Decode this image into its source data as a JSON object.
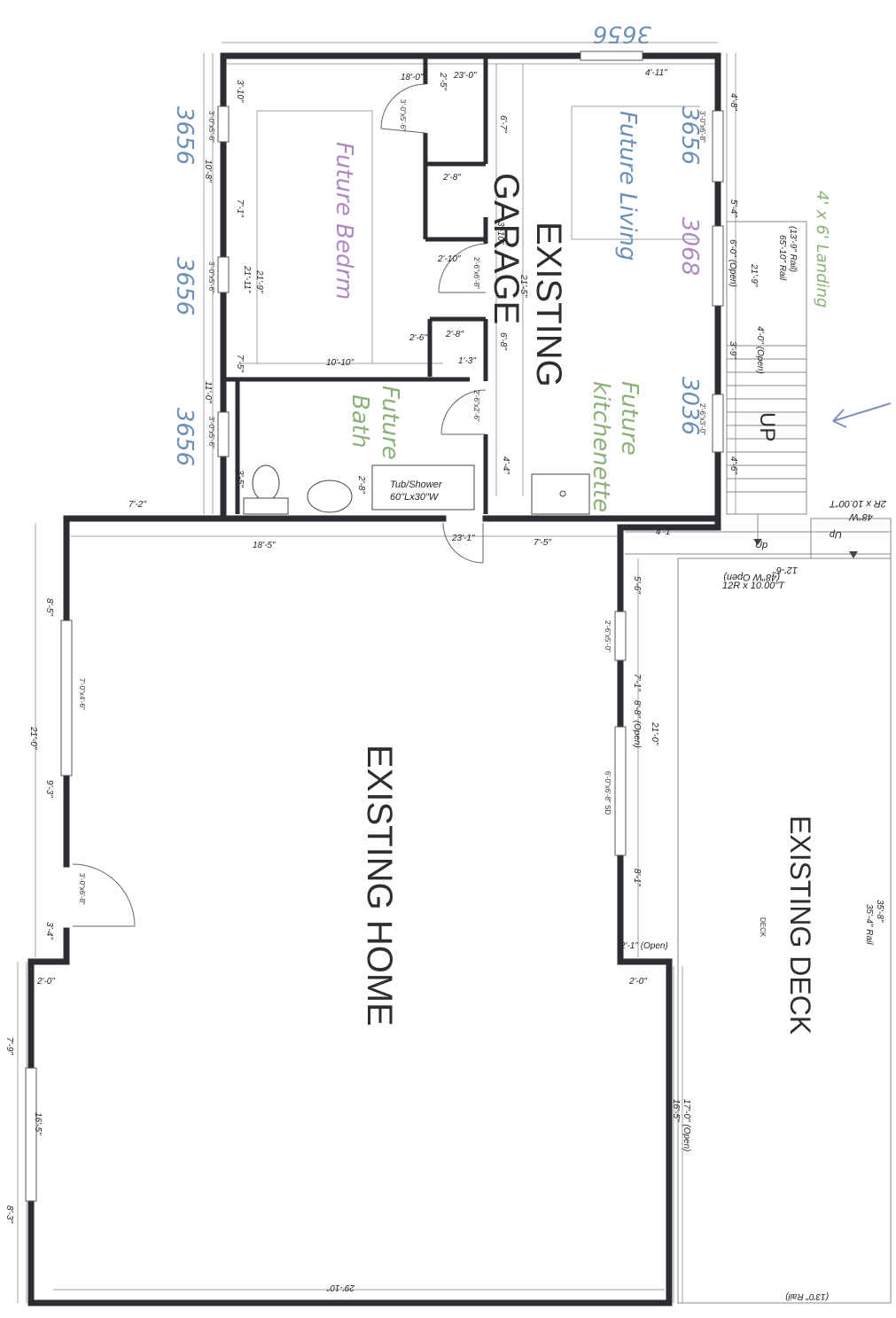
{
  "labels": {
    "existing_garage_line1": "EXISTING",
    "existing_garage_line2": "GARAGE",
    "existing_home": "EXISTING HOME",
    "existing_deck": "EXISTING DECK",
    "deck_small": "DECK",
    "up_big": "UP",
    "up_small_1": "Up",
    "up_small_2": "Up",
    "tub_shower_line1": "Tub/Shower",
    "tub_shower_line2": "60\"Lx30\"W"
  },
  "handwritten": {
    "future_living": "Future Living",
    "future_bedrm": "Future Bedrm",
    "future_bath_1": "Future",
    "future_bath_2": "Bath",
    "future_kitchenette_1": "Future",
    "future_kitchenette_2": "kitchenette",
    "landing": "4' x 6' Landing",
    "win_top": "3656",
    "win_left_1": "3656",
    "win_left_2": "3656",
    "win_left_3": "3656",
    "win_right_1": "3656",
    "win_right_2": "3068",
    "win_right_3": "3036"
  },
  "dimensions": {
    "garage_top_18": "18'-0\"",
    "garage_top_23": "23'-0\"",
    "garage_top_2_5": "2'-5\"",
    "garage_top_4_11": "4'-11\"",
    "garage_left_3_10": "3'-10\"",
    "garage_left_10_8": "10'-8\"",
    "garage_left_7_1": "7'-1\"",
    "garage_left_21_9": "21'-9\"",
    "garage_left_21_11": "21'-11\"",
    "garage_left_7_5": "7'-5\"",
    "garage_left_11_0": "11'-0\"",
    "garage_left_3_5": "3'-5\"",
    "garage_mid_6_7": "6'-7\"",
    "garage_mid_2_8a": "2'-8\"",
    "garage_mid_2_8b": "2'-8\"",
    "garage_mid_2_8c": "2'-8\"",
    "garage_mid_2_10": "2'-10\"",
    "garage_mid_3_10": "3'-10\"",
    "garage_mid_21_5": "21'-5\"",
    "garage_mid_6_8": "6'-8\"",
    "garage_mid_2_6": "2'-6\"",
    "garage_mid_1_3": "1'-3\"",
    "garage_mid_10_10": "10'-10\"",
    "garage_mid_4_4": "4'-4\"",
    "garage_mid_2_8d": "2'-8\"",
    "garage_right_4_8": "4'-8\"",
    "garage_right_5_4": "5'-4\"",
    "garage_right_6_0_open": "6'-0\" (Open)",
    "garage_right_3_9": "3'-9\"",
    "garage_right_4_0_open": "4'-0\" (Open)",
    "garage_right_4_6": "4'-6\"",
    "garage_bottom_7_2": "7'-2\"",
    "garage_bottom_18_5": "18'-5\"",
    "garage_bottom_23_1": "23'-1\"",
    "garage_bottom_7_5": "7'-5\"",
    "garage_bottom_4_1": "4'-1\"",
    "deck_small_21_9": "21'-9\"",
    "deck_rail_65": "65'-10\" Rail",
    "deck_rail_13": "(13'-9\" Rail)",
    "stair_2r": "2R x 10.00\"T",
    "stair_48w": "48\"W",
    "stair_12r": "12R x 10.00\"T",
    "stair_12_6": "12'-6\"",
    "stair_48w_open": "(48\"W Open)",
    "home_left_8_5": "8'-5\"",
    "home_left_21_0": "21'-0\"",
    "home_left_9_3": "9'-3\"",
    "home_left_3_4": "3'-4\"",
    "home_left_2_0": "2'-0\"",
    "home_left_7_9": "7'-9\"",
    "home_left_16_5": "16'-5\"",
    "home_left_8_3": "8'-3\"",
    "home_right_5_6": "5'-6\"",
    "home_right_7_1": "7'-1\"",
    "home_right_8_open": "8'-8\" (Open)",
    "home_right_21_0": "21'-0\"",
    "home_right_8_1": "8'-1\"",
    "home_right_2_1_open": "2'-1\" (Open)",
    "home_right_2_0": "2'-0\"",
    "home_right_17_0_open": "17'-0\" (Open)",
    "home_right_16_5": "16'-5\"",
    "home_bottom_29_10": "29'-10\"",
    "deck_35_8": "35'-8\"",
    "deck_35_4_rail": "35'-4\" Rail",
    "deck_bottom_rail": "(13'0\" Rail)"
  },
  "window_tags": {
    "w1": "3'-0\"x5'-6\"",
    "w2": "3'-0\"x5'-6\"",
    "w3": "3'-0\"x5'-6\"",
    "w4": "3'-0\"x5'-6\"",
    "w5": "3'-0\"x6'-8\"",
    "w6": "2'-6\"x6'-8\"",
    "w7": "2'-6\"x3'-0\"",
    "w8": "2'-6\"x2'-6\"",
    "w9": "7'-0\"x4'-6\"",
    "w10": "3'-0\"x6'-8\"",
    "w11": "6'-0\"x6'-8\" SD",
    "w12": "2'-6\"x5'-0\""
  },
  "colors": {
    "wall": "#2f2b33",
    "thin_line": "#8a8f9a",
    "hand_blue": "#6d8fb8",
    "hand_green": "#8cb07a",
    "hand_purple": "#b089c2"
  }
}
